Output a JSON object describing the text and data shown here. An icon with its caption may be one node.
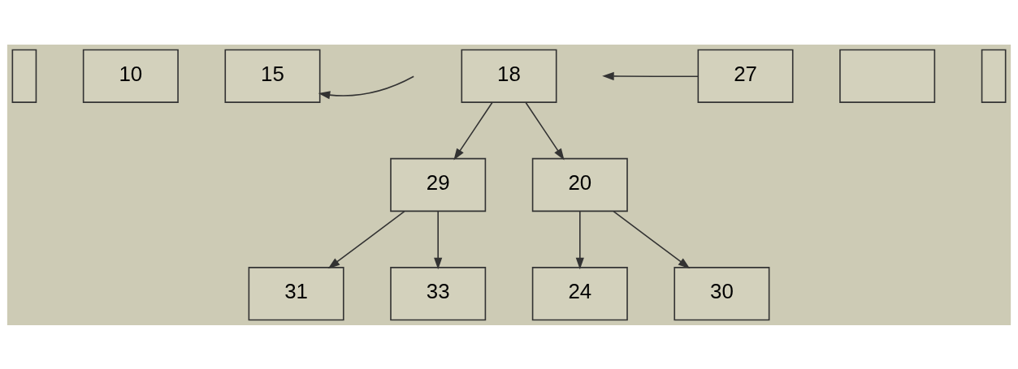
{
  "diagram": {
    "nodes": [
      {
        "text": [],
        "shape": "box"
      },
      {
        "text": [
          "10"
        ]
      },
      {
        "text": [
          "15"
        ]
      },
      {
        "text": [
          "18"
        ]
      },
      {
        "text": [
          "27"
        ]
      },
      {
        "text": [],
        "shape": "box"
      },
      {
        "text": [],
        "shape": "box"
      },
      {
        "text": [
          "29"
        ]
      },
      {
        "text": [
          "20"
        ]
      },
      {
        "text": [
          "31"
        ]
      },
      {
        "text": [
          "33"
        ]
      },
      {
        "text": [
          "24"
        ]
      },
      {
        "text": [
          "30"
        ]
      }
    ],
    "edges": [
      {
        "from": null,
        "to": 2,
        "arrow": "to"
      },
      {
        "from": 4,
        "to": null,
        "arrow": "to"
      },
      {
        "from": 3,
        "to": 7,
        "arrow": "to"
      },
      {
        "from": 3,
        "to": 8,
        "arrow": "to"
      },
      {
        "from": 7,
        "to": 9,
        "arrow": "to"
      },
      {
        "from": 7,
        "to": 10,
        "arrow": "to"
      },
      {
        "from": 8,
        "to": 11,
        "arrow": "to"
      },
      {
        "from": 8,
        "to": 12,
        "arrow": "to"
      }
    ]
  }
}
